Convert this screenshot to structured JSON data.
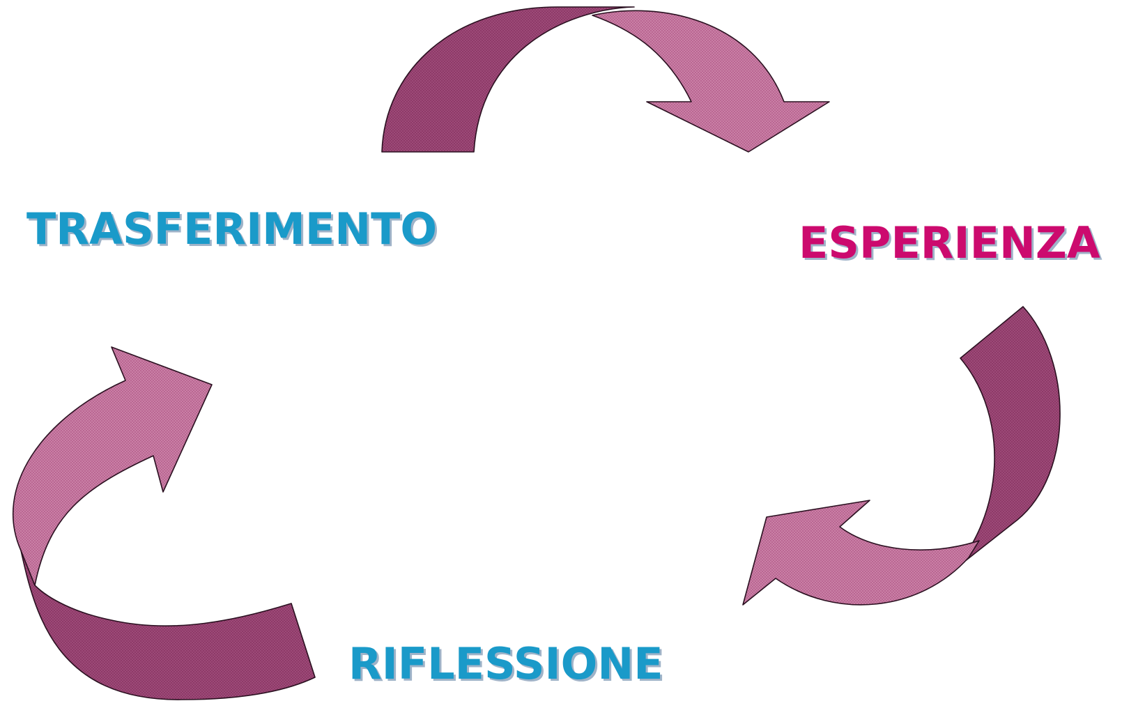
{
  "stages": {
    "trasferimento": {
      "label": "TRASFERIMENTO",
      "color": "#1a9ac9"
    },
    "esperienza": {
      "label": "ESPERIENZA",
      "color": "#cc0a6e"
    },
    "riflessione": {
      "label": "RIFLESSIONE",
      "color": "#1a9ac9"
    }
  },
  "arrows": {
    "light_color": "#b8628f",
    "dark_color": "#8c3866",
    "outline_color": "#2a1020",
    "shadow_color": "#9fb3c8"
  }
}
